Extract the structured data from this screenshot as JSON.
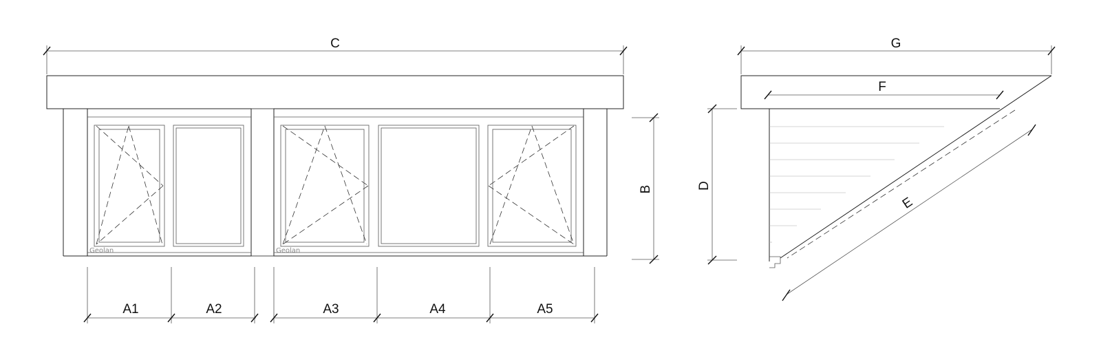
{
  "front_view": {
    "dimensions": {
      "overall_width": "C",
      "window_height": "B",
      "sash_1": "A1",
      "sash_2": "A2",
      "sash_3": "A3",
      "sash_4": "A4",
      "sash_5": "A5"
    },
    "brand_marks": [
      "Geolan",
      "Geolan"
    ]
  },
  "side_view": {
    "dimensions": {
      "top_width": "G",
      "inner_width": "F",
      "height": "D",
      "diagonal": "E"
    }
  },
  "colors": {
    "line": "#222222",
    "background": "#ffffff"
  }
}
